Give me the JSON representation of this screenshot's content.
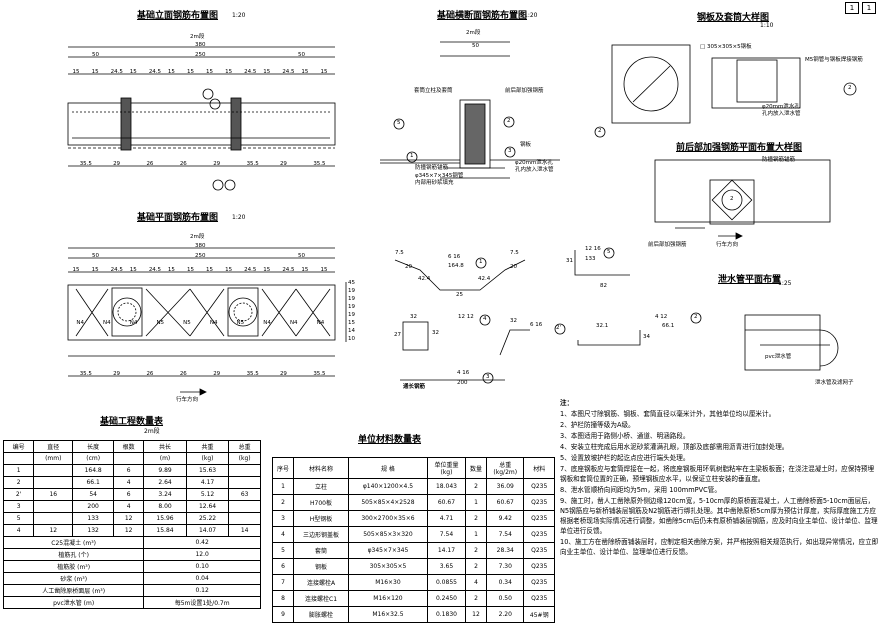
{
  "page": {
    "a": "1",
    "b": "1"
  },
  "titles": {
    "elev": "基础立面钢筋布置图",
    "elev_scale": "1:20",
    "cross": "基础横断面钢筋布置图",
    "cross_scale": "1:20",
    "plate": "钢板及套筒大样图",
    "plate_scale": "1:10",
    "plan": "基础平面钢筋布置图",
    "plan_scale": "1:20",
    "rebar": "前后部加强钢筋平面布置大样图",
    "drain": "泄水管平面布置",
    "drain_scale": "1:25",
    "qty": "基础工程数量表",
    "qty_sub": "2m段",
    "mat": "单位材料数量表"
  },
  "elev_dims": {
    "seg": "2m段",
    "total": "380",
    "half_l": "50",
    "mid": "250",
    "half_r": "50",
    "spacing": [
      "15",
      "15",
      "24.5",
      "15",
      "24.5",
      "15",
      "15",
      "15",
      "15",
      "24.5",
      "15",
      "24.5",
      "15",
      "15"
    ],
    "bottom": [
      "35.5",
      "29",
      "26",
      "26",
      "29",
      "35.5",
      "29",
      "35.5"
    ]
  },
  "plan_dims": {
    "seg": "2m段",
    "total": "380",
    "half_l": "50",
    "mid": "250",
    "half_r": "50",
    "spacing": [
      "15",
      "15",
      "24.5",
      "15",
      "24.5",
      "15",
      "15",
      "15",
      "15",
      "24.5",
      "15",
      "24.5",
      "15",
      "15"
    ],
    "bottom": [
      "35.5",
      "29",
      "26",
      "26",
      "29",
      "35.5",
      "29",
      "35.5"
    ],
    "side": [
      "45",
      "19",
      "19",
      "19",
      "19",
      "15",
      "14",
      "10"
    ],
    "n": [
      "N4",
      "N4",
      "N4",
      "N5",
      "N5",
      "N4",
      "N5",
      "N4",
      "N4",
      "N4"
    ],
    "direction": "行车方向"
  },
  "cross_labels": {
    "seg": "2m段",
    "w": "50",
    "a": "套筒立柱及套筒",
    "b": "前后部加强钢筋",
    "c": "防撞钢筋锚筋",
    "d": "φ345×7×345钢管\n内部用砂浆填充",
    "e": "φ20mm泄水孔\n孔内放入泄水管",
    "f": "钢板",
    "n5": "5",
    "n1": "1",
    "n2": "2",
    "n3": "3"
  },
  "plate_labels": {
    "a": "□ 305×305×5钢板",
    "b": "M5钢管与钢板焊接钢筋",
    "c": "φ20mm泄水孔\n孔内放入泄水管",
    "n2": "2"
  },
  "rebar_labels": {
    "a": "防撞钢筋锚筋",
    "b": "前后部加强钢筋",
    "dir": "行车方向",
    "n2": "2"
  },
  "bars": [
    {
      "lab": "6 16",
      "len": "164.8",
      "no": "1",
      "a": "7.5",
      "b": "20",
      "c": "42.4",
      "d": "25",
      "e": "7.5",
      "f": "20",
      "g": "42.4"
    },
    {
      "lab": "12 16",
      "len": "133",
      "no": "5",
      "a": "31",
      "b": "82"
    },
    {
      "lab": "12 12",
      "len": "",
      "no": "4",
      "a": "32",
      "b": "32",
      "c": "27"
    },
    {
      "lab": "6 16",
      "len": "54",
      "no": "2'",
      "a": "32"
    },
    {
      "lab": "4 12",
      "len": "66.1",
      "no": "2",
      "a": "32.1",
      "b": "34"
    },
    {
      "lab": "4 16",
      "len": "200",
      "no": "3",
      "name": "通长钢筋"
    }
  ],
  "drain": {
    "label": "pvc泄水管",
    "label2": "泄水管及滤网子"
  },
  "qty_table": {
    "h1": [
      "编号",
      "直径",
      "长度",
      "根数",
      "共长",
      "共重",
      "总重"
    ],
    "h2": [
      "",
      "(mm)",
      "(cm)",
      "",
      "(m)",
      "(kg)",
      "(kg)"
    ],
    "rows": [
      [
        "1",
        "",
        "164.8",
        "6",
        "9.89",
        "15.63",
        ""
      ],
      [
        "2",
        "",
        "66.1",
        "4",
        "2.64",
        "4.17",
        ""
      ],
      [
        "2'",
        "16",
        "54",
        "6",
        "3.24",
        "5.12",
        "63"
      ],
      [
        "3",
        "",
        "200",
        "4",
        "8.00",
        "12.64",
        ""
      ],
      [
        "5",
        "",
        "133",
        "12",
        "15.96",
        "25.22",
        ""
      ],
      [
        "4",
        "12",
        "132",
        "12",
        "15.84",
        "14.07",
        "14"
      ]
    ],
    "extra": [
      [
        "C25混凝土 (m³)",
        "0.42"
      ],
      [
        "植筋孔 (个)",
        "12.0"
      ],
      [
        "植筋胶 (m³)",
        "0.10"
      ],
      [
        "砂浆 (m³)",
        "0.04"
      ],
      [
        "人工凿除原桥面层 (m³)",
        "0.12"
      ],
      [
        "pvc泄水管 (m)",
        "每5m设置1处/0.7m"
      ]
    ]
  },
  "mat_table": {
    "h": [
      "序号",
      "材料名称",
      "规 格",
      "单位重量\n(kg)",
      "数量",
      "总重\n(kg/2m)",
      "材料"
    ],
    "rows": [
      [
        "1",
        "立柱",
        "φ140×1200×4.5",
        "18.043",
        "2",
        "36.09",
        "Q235"
      ],
      [
        "2",
        "H700板",
        "505×85×4×2528",
        "60.67",
        "1",
        "60.67",
        "Q235"
      ],
      [
        "3",
        "H型钢板",
        "300×2700×35×6",
        "4.71",
        "2",
        "9.42",
        "Q235"
      ],
      [
        "4",
        "三边形钢盖板",
        "505×85×3×320",
        "7.54",
        "1",
        "7.54",
        "Q235"
      ],
      [
        "5",
        "套筒",
        "φ345×7×345",
        "14.17",
        "2",
        "28.34",
        "Q235"
      ],
      [
        "6",
        "钢板",
        "305×305×5",
        "3.65",
        "2",
        "7.30",
        "Q235"
      ],
      [
        "7",
        "连接螺栓A",
        "M16×30",
        "0.0855",
        "4",
        "0.34",
        "Q235"
      ],
      [
        "8",
        "连接螺栓C1",
        "M16×120",
        "0.2450",
        "2",
        "0.50",
        "Q235"
      ],
      [
        "9",
        "膨胀螺栓",
        "M16×32.5",
        "0.1830",
        "12",
        "2.20",
        "45#钢"
      ]
    ]
  },
  "notes": {
    "head": "注：",
    "items": [
      "1、本图尺寸除钢筋、钢板、套筒直径以毫米计外，其他单位均以厘米计。",
      "2、护栏防撞等级为A级。",
      "3、本图适用于路侧小桥、通道、明涵路段。",
      "4、安装立柱完成后用水泥砂浆灌满孔眼，顶部及底部需用沥青进行加封处理。",
      "5、设置放坡护栏的起讫点应进行端头处理。",
      "7、底座钢板应与套筒焊接在一起，将底座钢板用环氧树脂粘牢在主梁板板面；在浇注混凝土时，应保持预埋钢板和套筒位置的正确，预埋钢板应水平，以保证立柱安装的垂直度。",
      "8、泄水管顺桥向间距均为5m，采用 100mmPVC管。",
      "9、施工时，凿人工凿除原外侧边缘120cm宽，5-10cm厚的原桥面混凝土，人工凿除桥面5-10cm面层后，N5钢筋应与新桥铺装层钢筋及N2钢筋进行绑扎处理。其中凿除原桥5cm厚为预估计厚度，实际厚度施工方应根据老桥现场实际情况进行调整，如凿除5cm后仍未有原桥铺装层钢筋，应及时向业主单位、设计单位、监理单位进行反馈。",
      "10、施工方在凿除桥面铺装层时，应制定相关凿除方案，并严格按照相关规范执行，如出现异常情况，应立即向业主单位、设计单位、监理单位进行反馈。"
    ]
  }
}
